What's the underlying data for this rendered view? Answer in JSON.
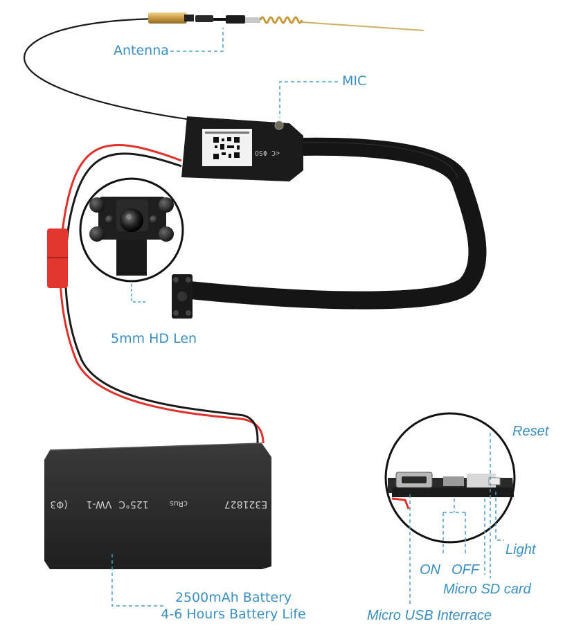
{
  "labels": {
    "antenna": "Antenna",
    "mic": "MIC",
    "lens": "5mm HD Len",
    "battery_capacity": "2500mAh Battery",
    "battery_life": "4-6 Hours Battery Life",
    "reset": "Reset",
    "light": "Light",
    "on": "ON",
    "off": "OFF",
    "micro_sd": "Micro SD card",
    "micro_usb": "Micro USB Interrace"
  },
  "battery_print": {
    "code": "E321827",
    "ul": "cRus",
    "temp": "125°C",
    "rating": "VW-1",
    "mark": "(Φ3"
  },
  "module_print": {
    "side_text": "<C ΦSO"
  },
  "colors": {
    "label_blue": "#3a8fbf",
    "leader_blue": "#4a9cc9",
    "cable_black": "#151515",
    "wire_red": "#e0302a",
    "brass": "#c9a35a",
    "battery": "#2a2a2a"
  }
}
